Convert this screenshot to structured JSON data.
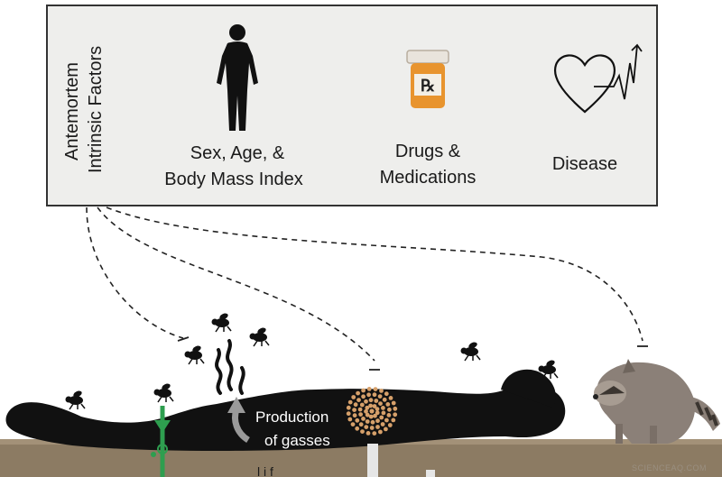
{
  "panel": {
    "side_label_line1": "Antemortem",
    "side_label_line2": "Intrinsic Factors",
    "factors": [
      {
        "icon": "human-body-icon",
        "line1": "Sex, Age, &",
        "line2": "Body Mass Index"
      },
      {
        "icon": "pill-bottle-icon",
        "line1": "Drugs &",
        "line2": "Medications"
      },
      {
        "icon": "heart-pulse-icon",
        "line1": "Disease",
        "line2": ""
      }
    ]
  },
  "scene": {
    "gas_label_line1": "Production",
    "gas_label_line2": "of gasses",
    "bottom_text_partial": "l   i   f"
  },
  "watermark": "SCIENCEAQ.COM",
  "colors": {
    "panel_bg": "#eeeeec",
    "body": "#111111",
    "soil": "#8c7b63",
    "arrow_green": "#2e9e4f",
    "bottle": "#e8942e",
    "raccoon": "#8b8078",
    "gas_dots": "#d6a06a"
  }
}
